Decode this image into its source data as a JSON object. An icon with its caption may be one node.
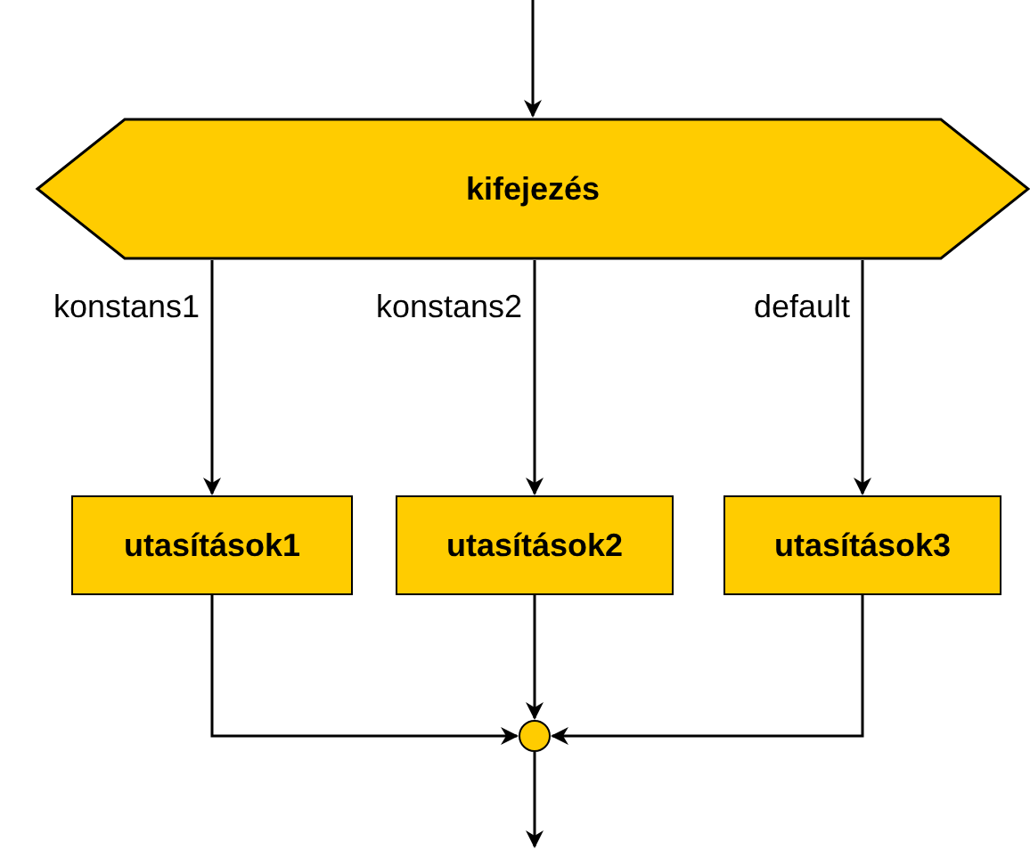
{
  "diagram": {
    "nodes": [
      {
        "text": [
          "kifejezés"
        ]
      },
      {
        "text": [
          "utasítások1"
        ]
      },
      {
        "text": [
          "utasítások2"
        ]
      },
      {
        "text": [
          "utasítások3"
        ]
      },
      {
        "text": [],
        "shape": "circle"
      }
    ],
    "edges": [
      {
        "from": null,
        "to": 0,
        "arrow": "to"
      },
      {
        "from": 0,
        "to": 1,
        "label": "konstans1",
        "arrow": "to"
      },
      {
        "from": 0,
        "to": 2,
        "label": "konstans2",
        "arrow": "to"
      },
      {
        "from": 0,
        "to": 3,
        "label": "default",
        "arrow": "to"
      },
      {
        "from": 1,
        "to": 4,
        "arrow": "to"
      },
      {
        "from": 2,
        "to": 4,
        "arrow": "to"
      },
      {
        "from": 3,
        "to": 4,
        "arrow": "to"
      },
      {
        "from": 4,
        "to": null,
        "arrow": "to"
      }
    ]
  }
}
